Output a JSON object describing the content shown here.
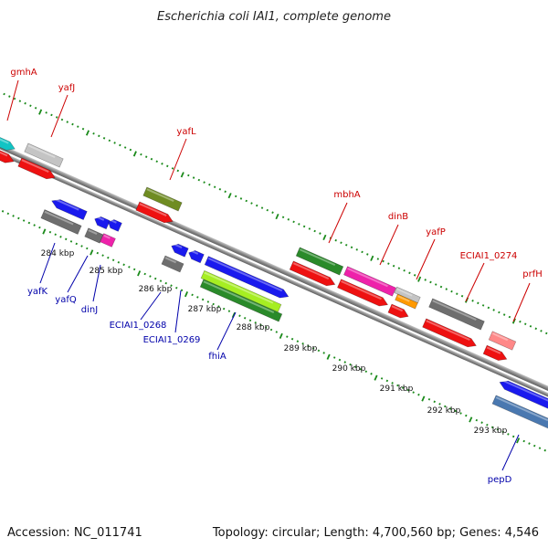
{
  "title": "Escherichia coli IAI1, complete genome",
  "footer": {
    "accession": "Accession: NC_011741",
    "topology": "Topology: circular; Length: 4,700,560 bp; Genes: 4,546"
  },
  "colors": {
    "backbone": "#808080",
    "tick_dots": "#1a8a1a",
    "top_label": "#cc0000",
    "bottom_label": "#0000aa"
  },
  "kbp_ticks": [
    "284 kbp",
    "285 kbp",
    "286 kbp",
    "287 kbp",
    "288 kbp",
    "289 kbp",
    "290 kbp",
    "291 kbp",
    "292 kbp",
    "293 kbp"
  ],
  "top_labels": [
    "gmhA",
    "yafJ",
    "yafL",
    "mbhA",
    "dinB",
    "yafP",
    "ECIAI1_0274",
    "prfH"
  ],
  "bottom_labels": [
    "yafK",
    "yafQ",
    "dinJ",
    "ECIAI1_0268",
    "ECIAI1_0269",
    "fhiA",
    "pepD"
  ]
}
